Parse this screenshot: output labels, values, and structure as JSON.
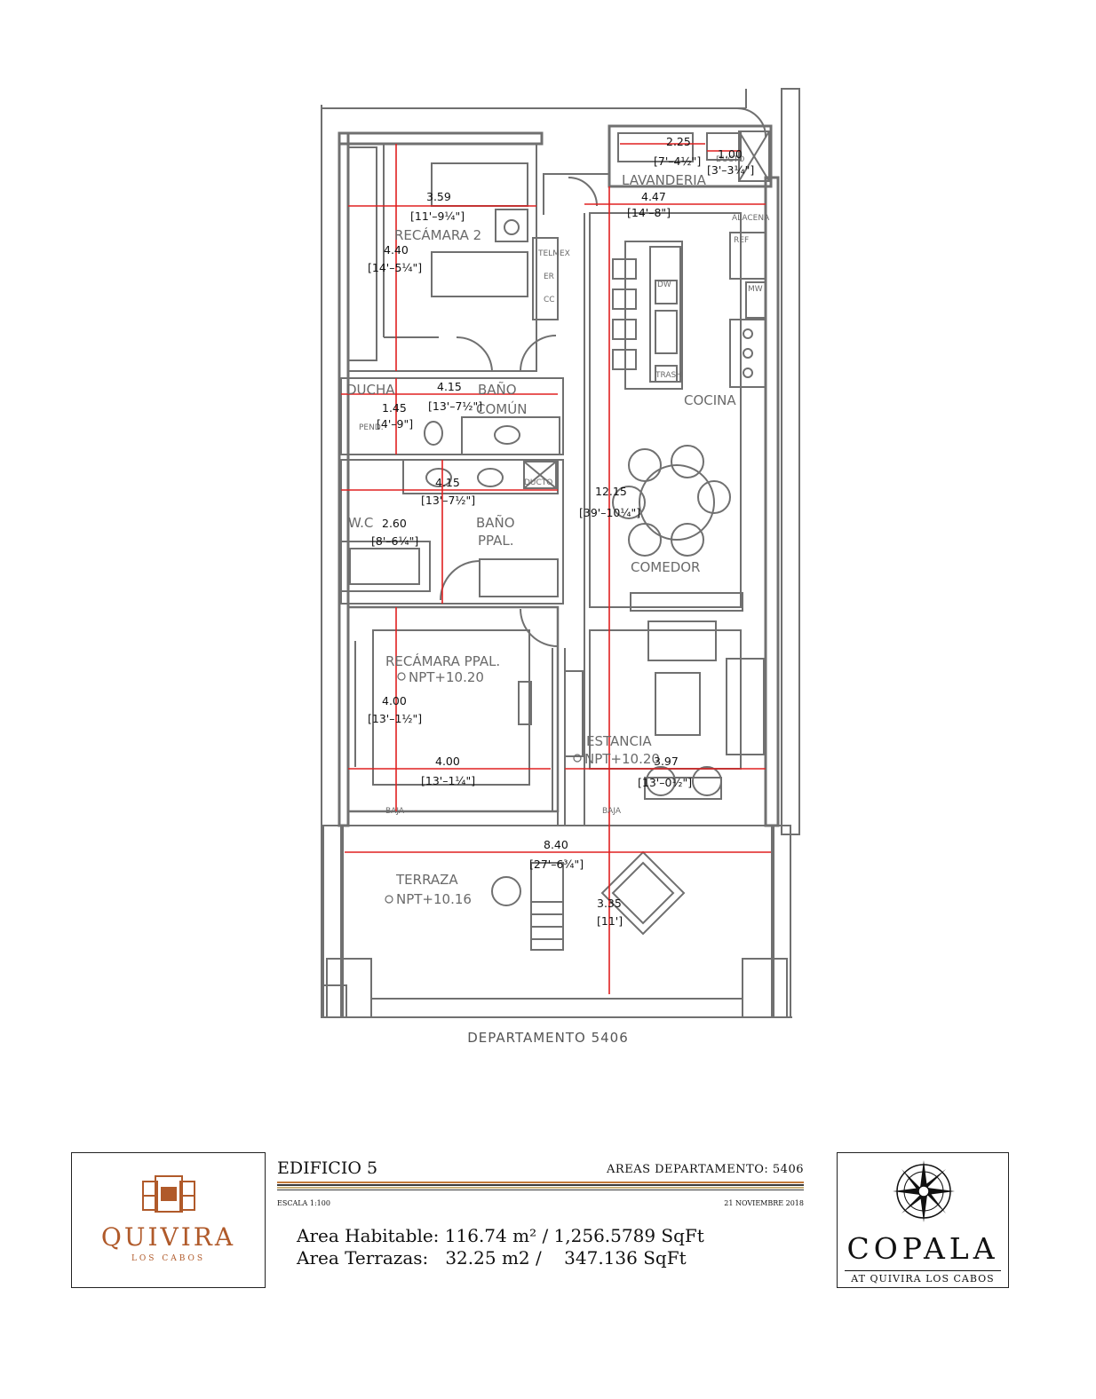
{
  "plan": {
    "rooms": {
      "recamara2": "RECÁMARA 2",
      "lavanderia": "LAVANDERIA",
      "alacena": "ALACENA",
      "cocina": "COCINA",
      "bano_comun_1": "BAÑO",
      "bano_comun_2": "COMÚN",
      "ducha": "DUCHA",
      "wc": "W.C",
      "bano_ppal_1": "BAÑO",
      "bano_ppal_2": "PPAL.",
      "comedor": "COMEDOR",
      "recamara_ppal": "RECÁMARA PPAL.",
      "estancia": "ESTANCIA",
      "terraza": "TERRAZA",
      "ducto": "DUCTO",
      "telmex": "TELMEX",
      "er": "ER",
      "cc": "CC",
      "dw": "DW",
      "trash": "TRASH",
      "ref": "REF",
      "mw": "MW",
      "baja": "BAJA",
      "pend": "PEND."
    },
    "levels": {
      "recamara_ppal": "NPT+10.20",
      "estancia": "NPT+10.20",
      "terraza": "NPT+10.16"
    },
    "dimensions": {
      "recamara2_w_m": "3.59",
      "recamara2_w_ft": "[11'–9¼\"]",
      "recamara2_h_m": "4.40",
      "recamara2_h_ft": "[14'–5¼\"]",
      "lavanderia_w_m": "2.25",
      "lavanderia_w_ft": "[7'–4½\"]",
      "ducto_w_m": "1.00",
      "ducto_w_ft": "[3'–3¼\"]",
      "cocina_w_m": "4.47",
      "cocina_w_ft": "[14'–8\"]",
      "bano_comun_w_m": "4.15",
      "bano_comun_w_ft": "[13'–7½\"]",
      "bano_comun_h_m": "1.45",
      "bano_comun_h_ft": "[4'–9\"]",
      "bano_ppal_w_m": "4.15",
      "bano_ppal_w_ft": "[13'–7½\"]",
      "bano_ppal_h_m": "2.60",
      "bano_ppal_h_ft": "[8'–6¼\"]",
      "total_h_m": "12.15",
      "total_h_ft": "[39'–10¼\"]",
      "recamara_ppal_h_m": "4.00",
      "recamara_ppal_h_ft": "[13'–1½\"]",
      "recamara_ppal_w_m": "4.00",
      "recamara_ppal_w_ft": "[13'–1¼\"]",
      "estancia_w_m": "3.97",
      "estancia_w_ft": "[13'–0½\"]",
      "terraza_w_m": "8.40",
      "terraza_w_ft": "[27'–6¾\"]",
      "terraza_h_m": "3.35",
      "terraza_h_ft": "[11']"
    },
    "caption": "DEPARTAMENTO  5406",
    "colors": {
      "wall": "#6e6e6e",
      "dimension": "#e02020"
    }
  },
  "titleblock": {
    "edificio": "EDIFICIO 5",
    "areas_label": "AREAS DEPARTAMENTO:  5406",
    "escala": "ESCALA 1:100",
    "fecha": "21 NOVIEMBRE 2018",
    "area_habitable": "Area Habitable: 116.74 m² / 1,256.5789 SqFt",
    "area_terrazas": "Area Terrazas:   32.25 m2 /    347.136 SqFt",
    "bar_colors": [
      "#c27a3a",
      "#3a3a3a",
      "#c9b07a"
    ]
  },
  "logos": {
    "quivira": "QUIVIRA",
    "quivira_sub": "LOS CABOS",
    "copala": "COPALA",
    "copala_sub": "AT QUIVIRA LOS CABOS",
    "quivira_color": "#b05a2a"
  }
}
